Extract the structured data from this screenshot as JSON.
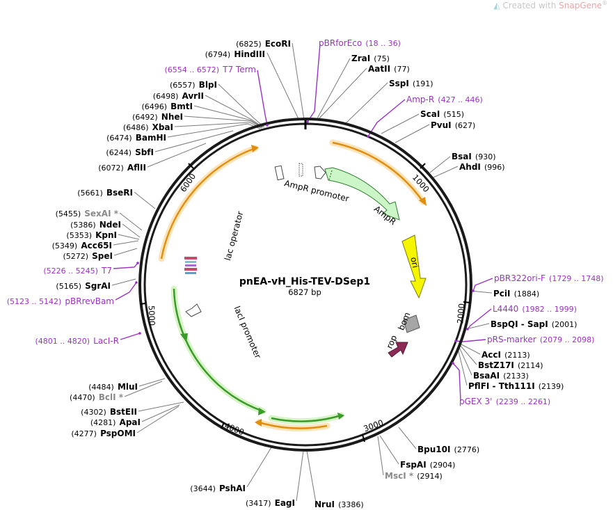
{
  "watermark": {
    "prefix": "Created with",
    "brand": "SnapGene",
    "mark": "®"
  },
  "plasmid": {
    "name": "pnEA-vH_His-TEV-DSep1",
    "length_label": "6827 bp",
    "length": 6827
  },
  "ticks": [
    "1000",
    "2000",
    "3000",
    "4000",
    "5000",
    "6000"
  ],
  "sites": [
    {
      "name": "EcoRI",
      "pos": "(6825)",
      "gray": false,
      "star": ""
    },
    {
      "name": "HindIII",
      "pos": "(6794)",
      "gray": false,
      "star": ""
    },
    {
      "name": "ZraI",
      "pos": "(75)",
      "gray": false,
      "star": ""
    },
    {
      "name": "AatII",
      "pos": "(77)",
      "gray": false,
      "star": ""
    },
    {
      "name": "SspI",
      "pos": "(191)",
      "gray": false,
      "star": ""
    },
    {
      "name": "ScaI",
      "pos": "(515)",
      "gray": false,
      "star": ""
    },
    {
      "name": "PvuI",
      "pos": "(627)",
      "gray": false,
      "star": ""
    },
    {
      "name": "BsaI",
      "pos": "(930)",
      "gray": false,
      "star": ""
    },
    {
      "name": "AhdI",
      "pos": "(996)",
      "gray": false,
      "star": ""
    },
    {
      "name": "BlpI",
      "pos": "(6557)",
      "gray": false,
      "star": ""
    },
    {
      "name": "AvrII",
      "pos": "(6498)",
      "gray": false,
      "star": ""
    },
    {
      "name": "BmtI",
      "pos": "(6496)",
      "gray": false,
      "star": ""
    },
    {
      "name": "NheI",
      "pos": "(6492)",
      "gray": false,
      "star": ""
    },
    {
      "name": "XbaI",
      "pos": "(6486)",
      "gray": false,
      "star": ""
    },
    {
      "name": "BamHI",
      "pos": "(6474)",
      "gray": false,
      "star": ""
    },
    {
      "name": "SbfI",
      "pos": "(6244)",
      "gray": false,
      "star": ""
    },
    {
      "name": "AflII",
      "pos": "(6072)",
      "gray": false,
      "star": ""
    },
    {
      "name": "BseRI",
      "pos": "(5661)",
      "gray": false,
      "star": ""
    },
    {
      "name": "SexAI",
      "pos": "(5455)",
      "gray": true,
      "star": "*"
    },
    {
      "name": "NdeI",
      "pos": "(5386)",
      "gray": false,
      "star": ""
    },
    {
      "name": "KpnI",
      "pos": "(5353)",
      "gray": false,
      "star": ""
    },
    {
      "name": "Acc65I",
      "pos": "(5349)",
      "gray": false,
      "star": ""
    },
    {
      "name": "SpeI",
      "pos": "(5272)",
      "gray": false,
      "star": ""
    },
    {
      "name": "SgrAI",
      "pos": "(5165)",
      "gray": false,
      "star": ""
    },
    {
      "name": "PciI",
      "pos": "(1884)",
      "gray": false,
      "star": ""
    },
    {
      "name": "BspQI - SapI",
      "pos": "(2001)",
      "gray": false,
      "star": ""
    },
    {
      "name": "AccI",
      "pos": "(2113)",
      "gray": false,
      "star": ""
    },
    {
      "name": "BstZ17I",
      "pos": "(2114)",
      "gray": false,
      "star": ""
    },
    {
      "name": "BsaAI",
      "pos": "(2133)",
      "gray": false,
      "star": ""
    },
    {
      "name": "PflFI - Tth111I",
      "pos": "(2139)",
      "gray": false,
      "star": ""
    },
    {
      "name": "Bpu10I",
      "pos": "(2776)",
      "gray": false,
      "star": ""
    },
    {
      "name": "FspAI",
      "pos": "(2904)",
      "gray": false,
      "star": ""
    },
    {
      "name": "MscI",
      "pos": "(2914)",
      "gray": true,
      "star": "*"
    },
    {
      "name": "NruI",
      "pos": "(3386)",
      "gray": false,
      "star": ""
    },
    {
      "name": "EagI",
      "pos": "(3417)",
      "gray": false,
      "star": ""
    },
    {
      "name": "PshAI",
      "pos": "(3644)",
      "gray": false,
      "star": ""
    },
    {
      "name": "MluI",
      "pos": "(4484)",
      "gray": false,
      "star": ""
    },
    {
      "name": "BclI",
      "pos": "(4470)",
      "gray": true,
      "star": "*"
    },
    {
      "name": "BstEII",
      "pos": "(4302)",
      "gray": false,
      "star": ""
    },
    {
      "name": "ApaI",
      "pos": "(4281)",
      "gray": false,
      "star": ""
    },
    {
      "name": "PspOMI",
      "pos": "(4277)",
      "gray": false,
      "star": ""
    }
  ],
  "primers": [
    {
      "name": "pBRforEco",
      "range": "(18 .. 36)"
    },
    {
      "name": "T7 Term",
      "range": "(6554 .. 6572)"
    },
    {
      "name": "Amp-R",
      "range": "(427 .. 446)"
    },
    {
      "name": "T7",
      "range": "(5226 .. 5245)"
    },
    {
      "name": "pBRrevBam",
      "range": "(5123 .. 5142)"
    },
    {
      "name": "LacI-R",
      "range": "(4801 .. 4820)"
    },
    {
      "name": "pBR322ori-F",
      "range": "(1729 .. 1748)"
    },
    {
      "name": "L4440",
      "range": "(1982 .. 1999)"
    },
    {
      "name": "pRS-marker",
      "range": "(2079 .. 2098)"
    },
    {
      "name": "pGEX 3'",
      "range": "(2239 .. 2261)"
    }
  ],
  "features": {
    "ampr_promoter": "AmpR promoter",
    "ampr": "AmpR",
    "ori": "ori",
    "bom": "bom",
    "rop": "rop",
    "lac_operator": "lac operator",
    "laci_promoter": "lacI promoter"
  },
  "colors": {
    "backbone": "#1a1a1a",
    "primer": "#9b30c8",
    "orf_orange": "#f5a623",
    "orf_green": "#3a9a2a",
    "ampr_fill": "#ccf5c8",
    "ori_fill": "#f6f500",
    "rop_fill": "#8a2a55",
    "bom_fill": "#a6a6a6"
  }
}
